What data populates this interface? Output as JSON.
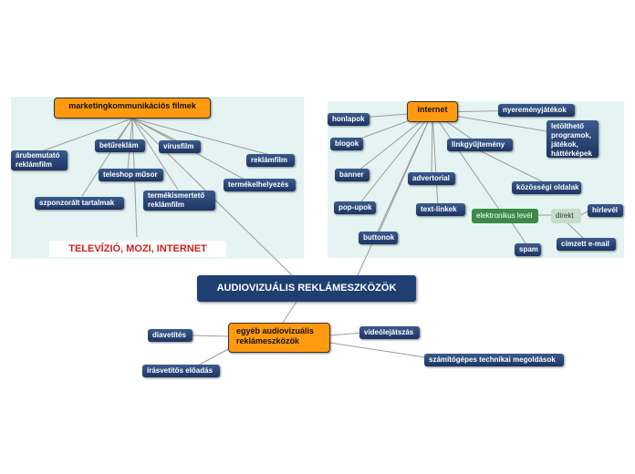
{
  "center": "AUDIOVIZUÁLIS REKLÁMESZKÖZÖK",
  "tv": {
    "main": "marketingkommunikációs filmek",
    "items": [
      "árubemutató\nreklámfilm",
      "betűreklám",
      "vírusfilm",
      "reklámfilm",
      "teleshop műsor",
      "termékelhelyezés",
      "szponzorált tartalmak",
      "termékismertető\nreklámfilm"
    ],
    "title": "TELEVÍZIÓ, MOZI, INTERNET"
  },
  "internet": {
    "main": "internet",
    "items": [
      "nyereményjátékok",
      "honlapok",
      "letölthető\nprogramok,\njátékok,\nháttérképek",
      "blogok",
      "linkgyűjtemény",
      "banner",
      "advertorial",
      "közösségi oldalak",
      "pop-upok",
      "text-linkek",
      "buttonok"
    ],
    "email": "elektronikus levél",
    "direct": "direkt",
    "newsletter": "hírlevél",
    "spam": "spam",
    "email_addr": "címzett e-mail"
  },
  "other": {
    "main": "egyéb audiovizuális\nreklámeszközök",
    "items": [
      "diavetítés",
      "videólejátszás",
      "írásvetítős előadás",
      "számítógépes technikai megoldások"
    ]
  }
}
